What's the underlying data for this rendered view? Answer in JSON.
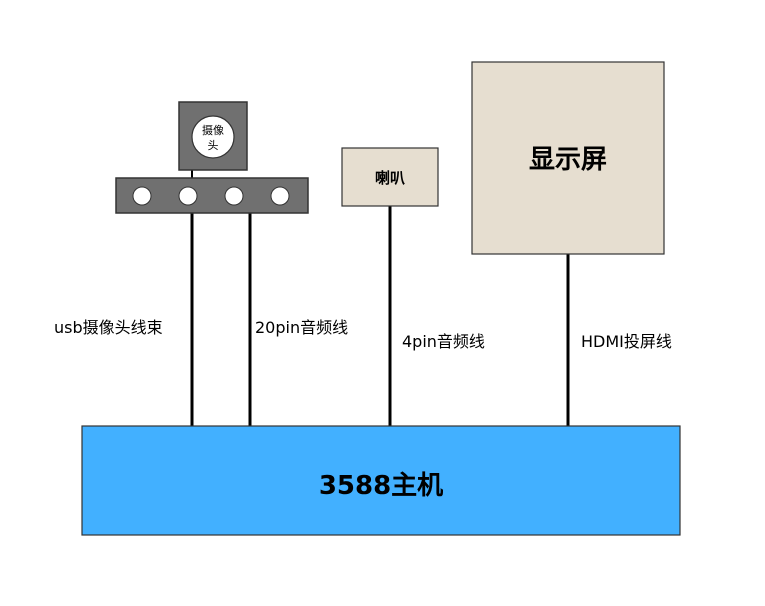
{
  "diagram": {
    "nodes": {
      "camera": {
        "label_line1": "摄像",
        "label_line2": "头"
      },
      "speaker": {
        "label": "喇叭"
      },
      "display": {
        "label": "显示屏"
      },
      "host": {
        "label": "3588主机"
      }
    },
    "connections": {
      "usb_camera": {
        "label": "usb摄像头线束"
      },
      "audio_20pin": {
        "label": "20pin音频线"
      },
      "audio_4pin": {
        "label": "4pin音频线"
      },
      "hdmi": {
        "label": "HDMI投屏线"
      }
    },
    "colors": {
      "host_fill": "#42b0ff",
      "panel_fill": "#e6ded0",
      "gray_fill": "#707070",
      "stroke": "#000000"
    }
  }
}
